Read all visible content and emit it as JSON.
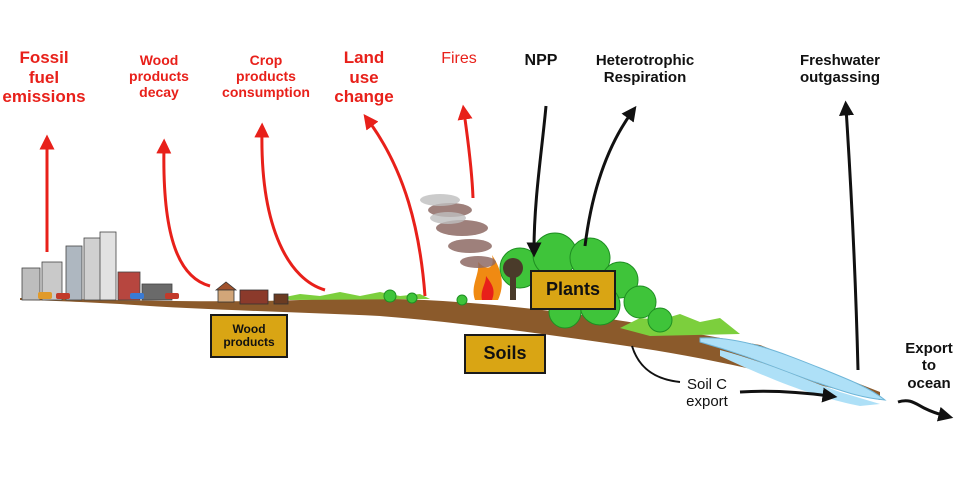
{
  "labels": {
    "fossil": "Fossil\nfuel\nemissions",
    "wood_decay": "Wood\nproducts\ndecay",
    "crop": "Crop\nproducts\nconsumption",
    "land_use": "Land\nuse\nchange",
    "fires": "Fires",
    "npp": "NPP",
    "hetero": "Heterotrophic\nRespiration",
    "freshwater": "Freshwater\noutgassing",
    "export_ocean": "Export\nto\nocean",
    "soil_c": "Soil C\nexport"
  },
  "boxes": {
    "wood_products": "Wood\nproducts",
    "plants": "Plants",
    "soils": "Soils"
  },
  "colors": {
    "anthropogenic": "#e8201a",
    "natural": "#111111",
    "box_fill": "#d9a514",
    "soil": "#8b5a2b",
    "river": "#aee0f7",
    "vegetation": "#3fc43a"
  }
}
